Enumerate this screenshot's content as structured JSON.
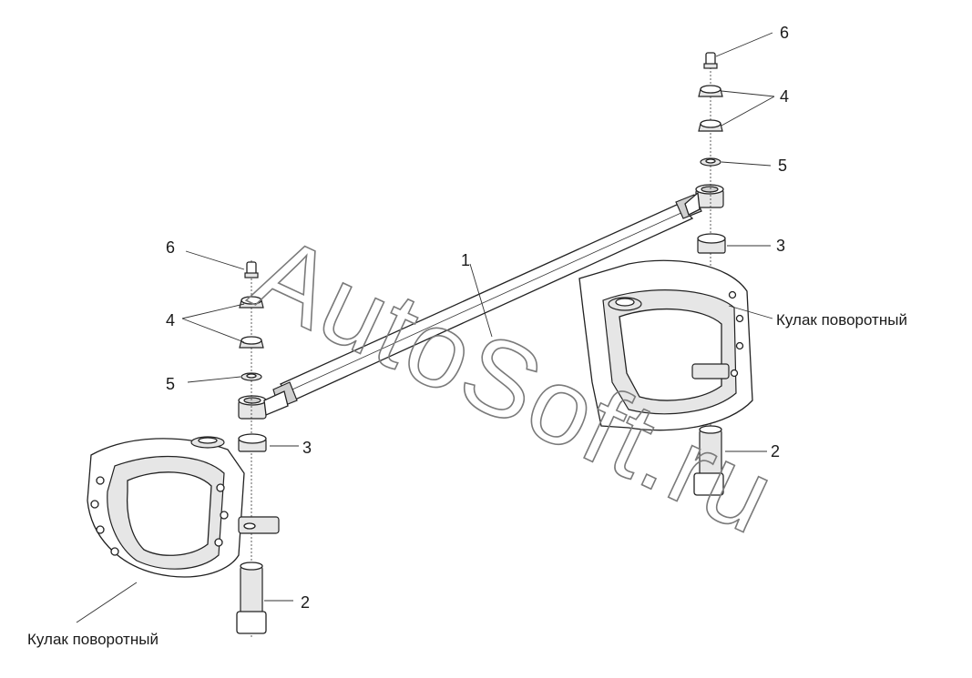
{
  "callouts": {
    "c1": "1",
    "c2_left": "2",
    "c2_right": "2",
    "c3_left": "3",
    "c3_right": "3",
    "c4_left": "4",
    "c4_right": "4",
    "c5_left": "5",
    "c5_right": "5",
    "c6_left": "6",
    "c6_right": "6"
  },
  "captions": {
    "knuckle_left": "Кулак поворотный",
    "knuckle_right": "Кулак поворотный"
  },
  "watermark": "AutoSoft.ru"
}
